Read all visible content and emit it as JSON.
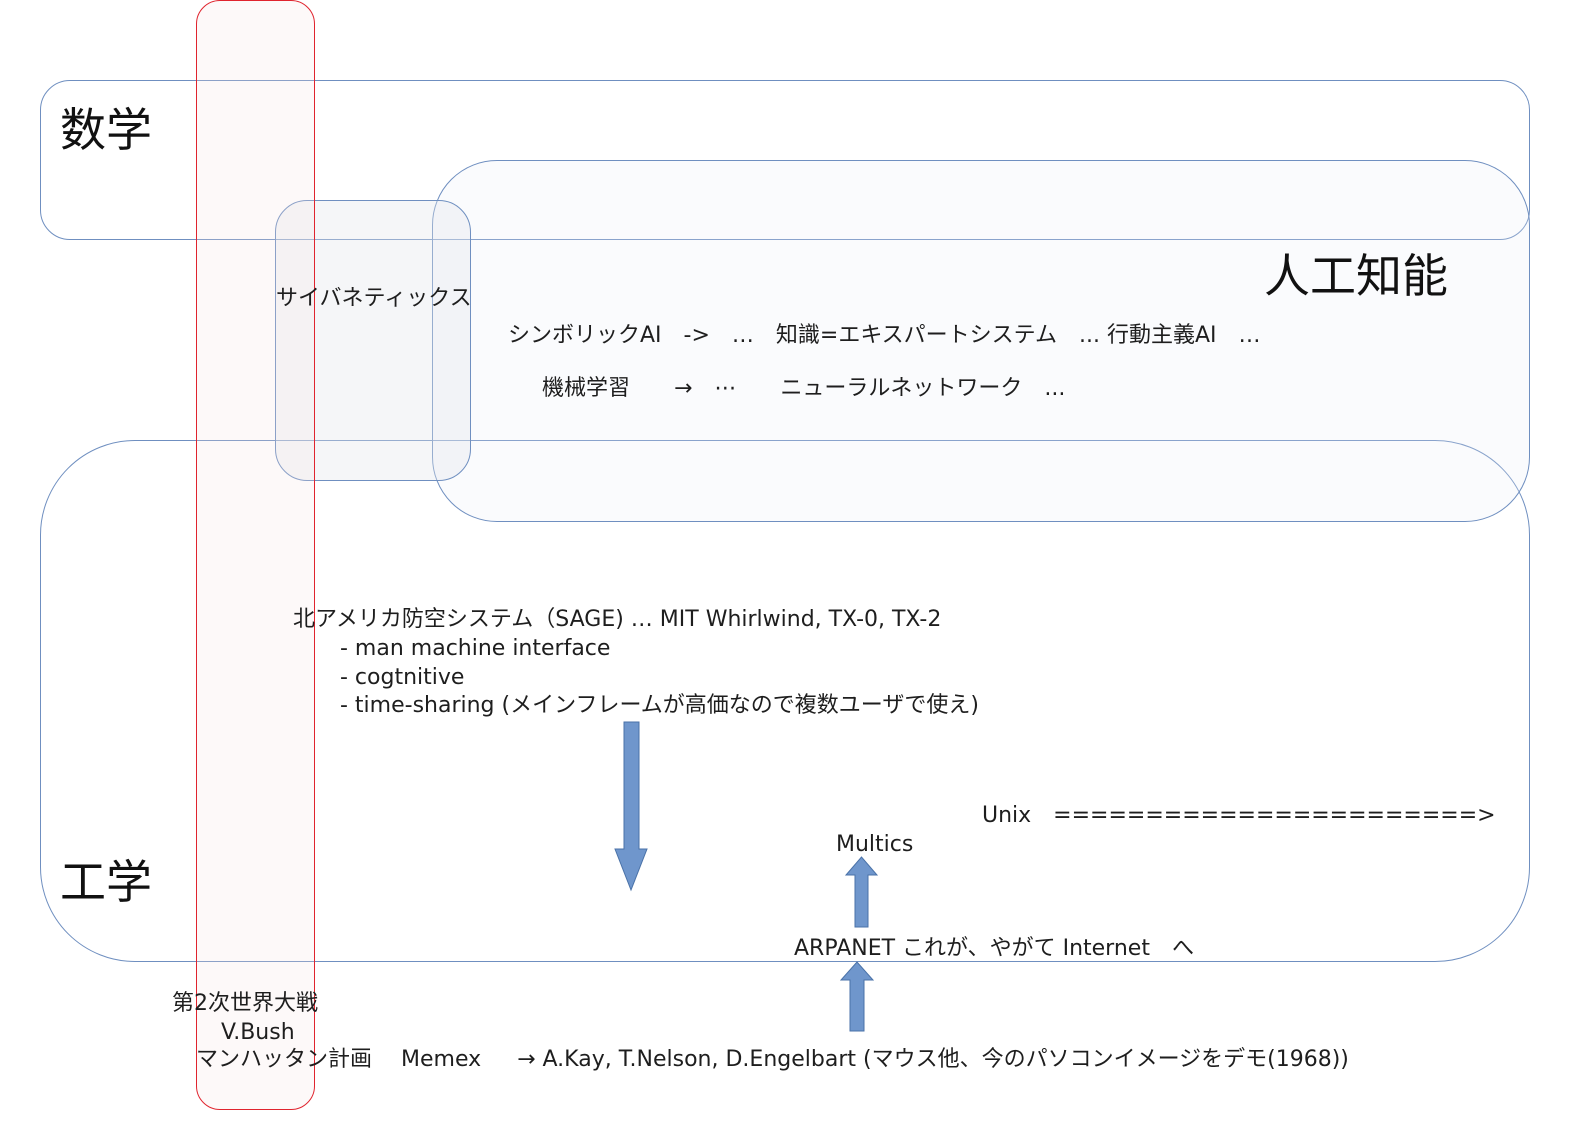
{
  "regions": {
    "math": {
      "label": "数学"
    },
    "ai": {
      "label": "人工知能"
    },
    "engineering": {
      "label": "工学"
    },
    "cybernetics": {
      "label": "サイバネティックス"
    }
  },
  "ai_lines": {
    "symbolic": "シンボリックAI　->　…　知識=エキスパートシステム　... 行動主義AI　…",
    "ml": "機械学習　　→　⋯　　ニューラルネットワーク　..."
  },
  "sage": {
    "title": "北アメリカ防空システム（SAGE) … MIT Whirlwind, TX-0, TX-2",
    "items": [
      "- man machine interface",
      "- cogtnitive",
      "- time-sharing (メインフレームが高価なので複数ユーザで使え)"
    ]
  },
  "systems": {
    "unix": "Unix　=======================>",
    "multics": "Multics",
    "arpanet": "ARPANET これが、やがて Internet　へ"
  },
  "ww2": {
    "title": "第2次世界大戦",
    "vbush": "V.Bush",
    "bottom_line": "マンハッタン計画　 Memex　  → A.Kay, T.Nelson, D.Engelbart (マウス他、今のパソコンイメージをデモ(1968))"
  },
  "colors": {
    "region_border": "#6f8fc0",
    "ww2_border": "#e0242e",
    "arrow_fill": "#6f96cc",
    "arrow_stroke": "#4a72a8"
  }
}
